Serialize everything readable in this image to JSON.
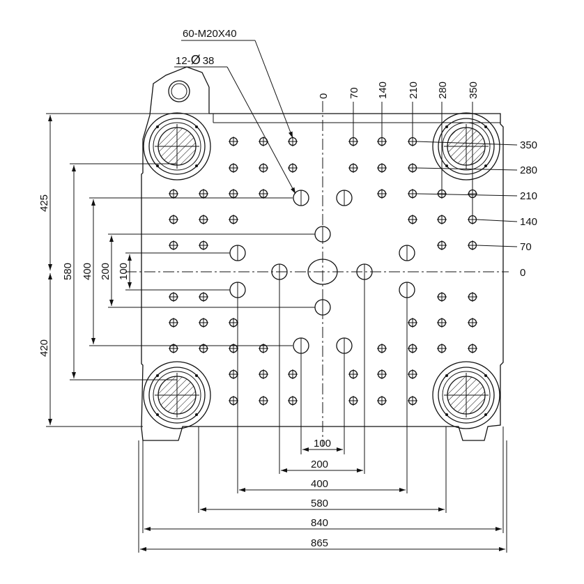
{
  "callouts": {
    "tapped_holes": "60-M20X40",
    "through_holes_prefix": "12-",
    "through_holes_symbol": "Ø",
    "through_holes_size": "38"
  },
  "grid_top_labels": [
    "0",
    "70",
    "140",
    "210",
    "280",
    "350"
  ],
  "grid_right_labels": [
    "350",
    "280",
    "210",
    "140",
    "70",
    "0"
  ],
  "left_dims": [
    "425",
    "420",
    "580",
    "400",
    "200",
    "100"
  ],
  "bottom_dims": [
    "100",
    "200",
    "400",
    "580",
    "840",
    "865"
  ],
  "colors": {
    "line": "#111111",
    "background": "#ffffff"
  },
  "icons": {
    "tapped_hole": "crosshair-circle-icon",
    "through_hole": "large-crosshair-circle-icon",
    "tie_bar": "hatched-tie-bar-icon",
    "lifting_eye": "lifting-lug-icon"
  }
}
